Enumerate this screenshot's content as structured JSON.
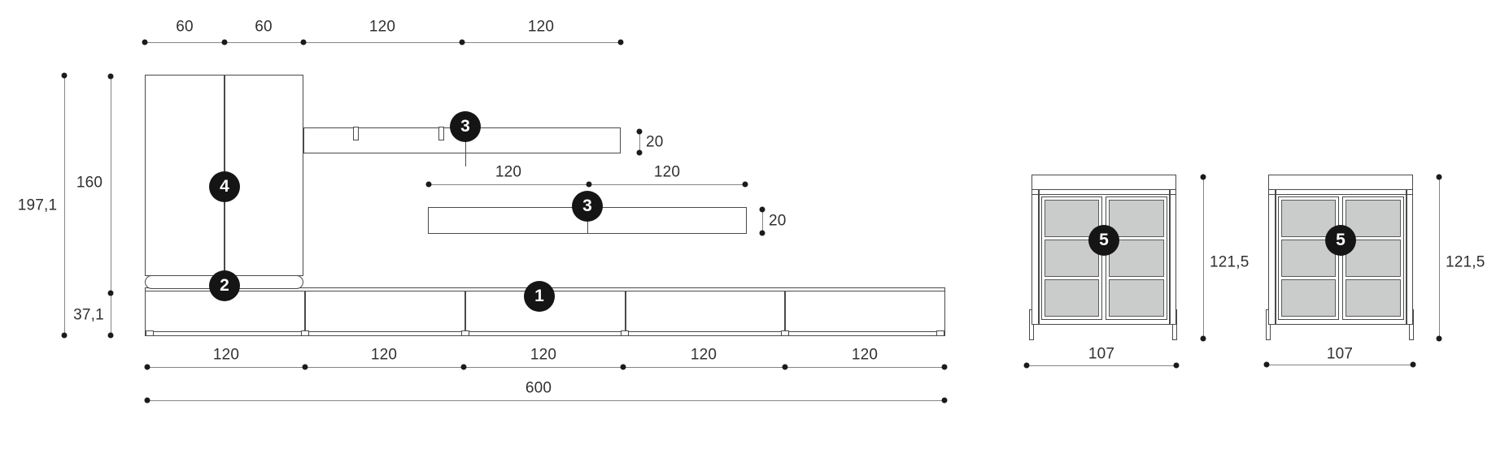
{
  "badges": {
    "bench": "1",
    "base_shelf": "2",
    "wall_shelf": "3",
    "tall_cabinet": "4",
    "display_cabinet": "5"
  },
  "dims": {
    "top": [
      "60",
      "60",
      "120",
      "120"
    ],
    "left_total": "197,1",
    "left_upper": "160",
    "left_lower": "37,1",
    "upper_shelf_thickness": "20",
    "mid": [
      "120",
      "120"
    ],
    "lower_shelf_thickness": "20",
    "bottom_segments": [
      "120",
      "120",
      "120",
      "120",
      "120"
    ],
    "bottom_total": "600",
    "cabinet_a_height": "121,5",
    "cabinet_b_height": "121,5",
    "cabinet_a_width": "107",
    "cabinet_b_width": "107"
  },
  "colors": {
    "background": "#ffffff",
    "dim_line": "#858585",
    "furniture_line": "#4a4a4a",
    "text": "#303030",
    "dot": "#1b1b1b",
    "badge_bg": "#151515",
    "badge_text": "#ffffff",
    "glass_panel": "#c9ccca"
  }
}
